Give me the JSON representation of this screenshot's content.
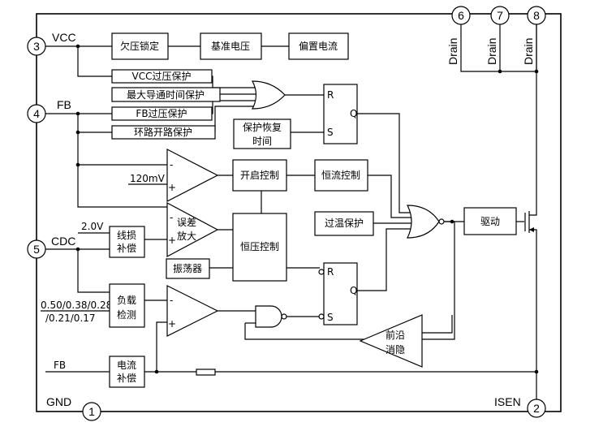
{
  "pins": {
    "p1": {
      "num": "1",
      "name": "GND"
    },
    "p2": {
      "num": "2",
      "name": "ISEN"
    },
    "p3": {
      "num": "3",
      "name": "VCC"
    },
    "p4": {
      "num": "4",
      "name": "FB"
    },
    "p5": {
      "num": "5",
      "name": "CDC"
    },
    "p6": {
      "num": "6",
      "name": "Drain"
    },
    "p7": {
      "num": "7",
      "name": "Drain"
    },
    "p8": {
      "num": "8",
      "name": "Drain"
    }
  },
  "blocks": {
    "uvlo": "欠压锁定",
    "vref": "基准电压",
    "bias": "偏置电流",
    "vcc_ovp": "VCC过压保护",
    "max_on": "最大导通时间保护",
    "fb_ovp": "FB过压保护",
    "open_loop": "环路开路保护",
    "recover_l1": "保护恢复",
    "recover_l2": "时间",
    "start_ctrl": "开启控制",
    "cc_ctrl": "恒流控制",
    "otp": "过温保护",
    "drive": "驱动",
    "cv_ctrl": "恒压控制",
    "osc": "振荡器",
    "line_l1": "线损",
    "line_l2": "补偿",
    "load_l1": "负载",
    "load_l2": "检测",
    "cur_l1": "电流",
    "cur_l2": "补偿",
    "leb_l1": "前沿",
    "leb_l2": "消隐",
    "ea_l1": "误差",
    "ea_l2": "放大"
  },
  "labels": {
    "v120": "120mV",
    "v20": "2.0V",
    "vsel1": "0.50/0.38/0.28",
    "vsel2": "/0.21/0.17",
    "fb2": "FB",
    "minus": "-",
    "plus": "+",
    "ff_r": "R",
    "ff_s": "S",
    "ff_q": "Q"
  }
}
